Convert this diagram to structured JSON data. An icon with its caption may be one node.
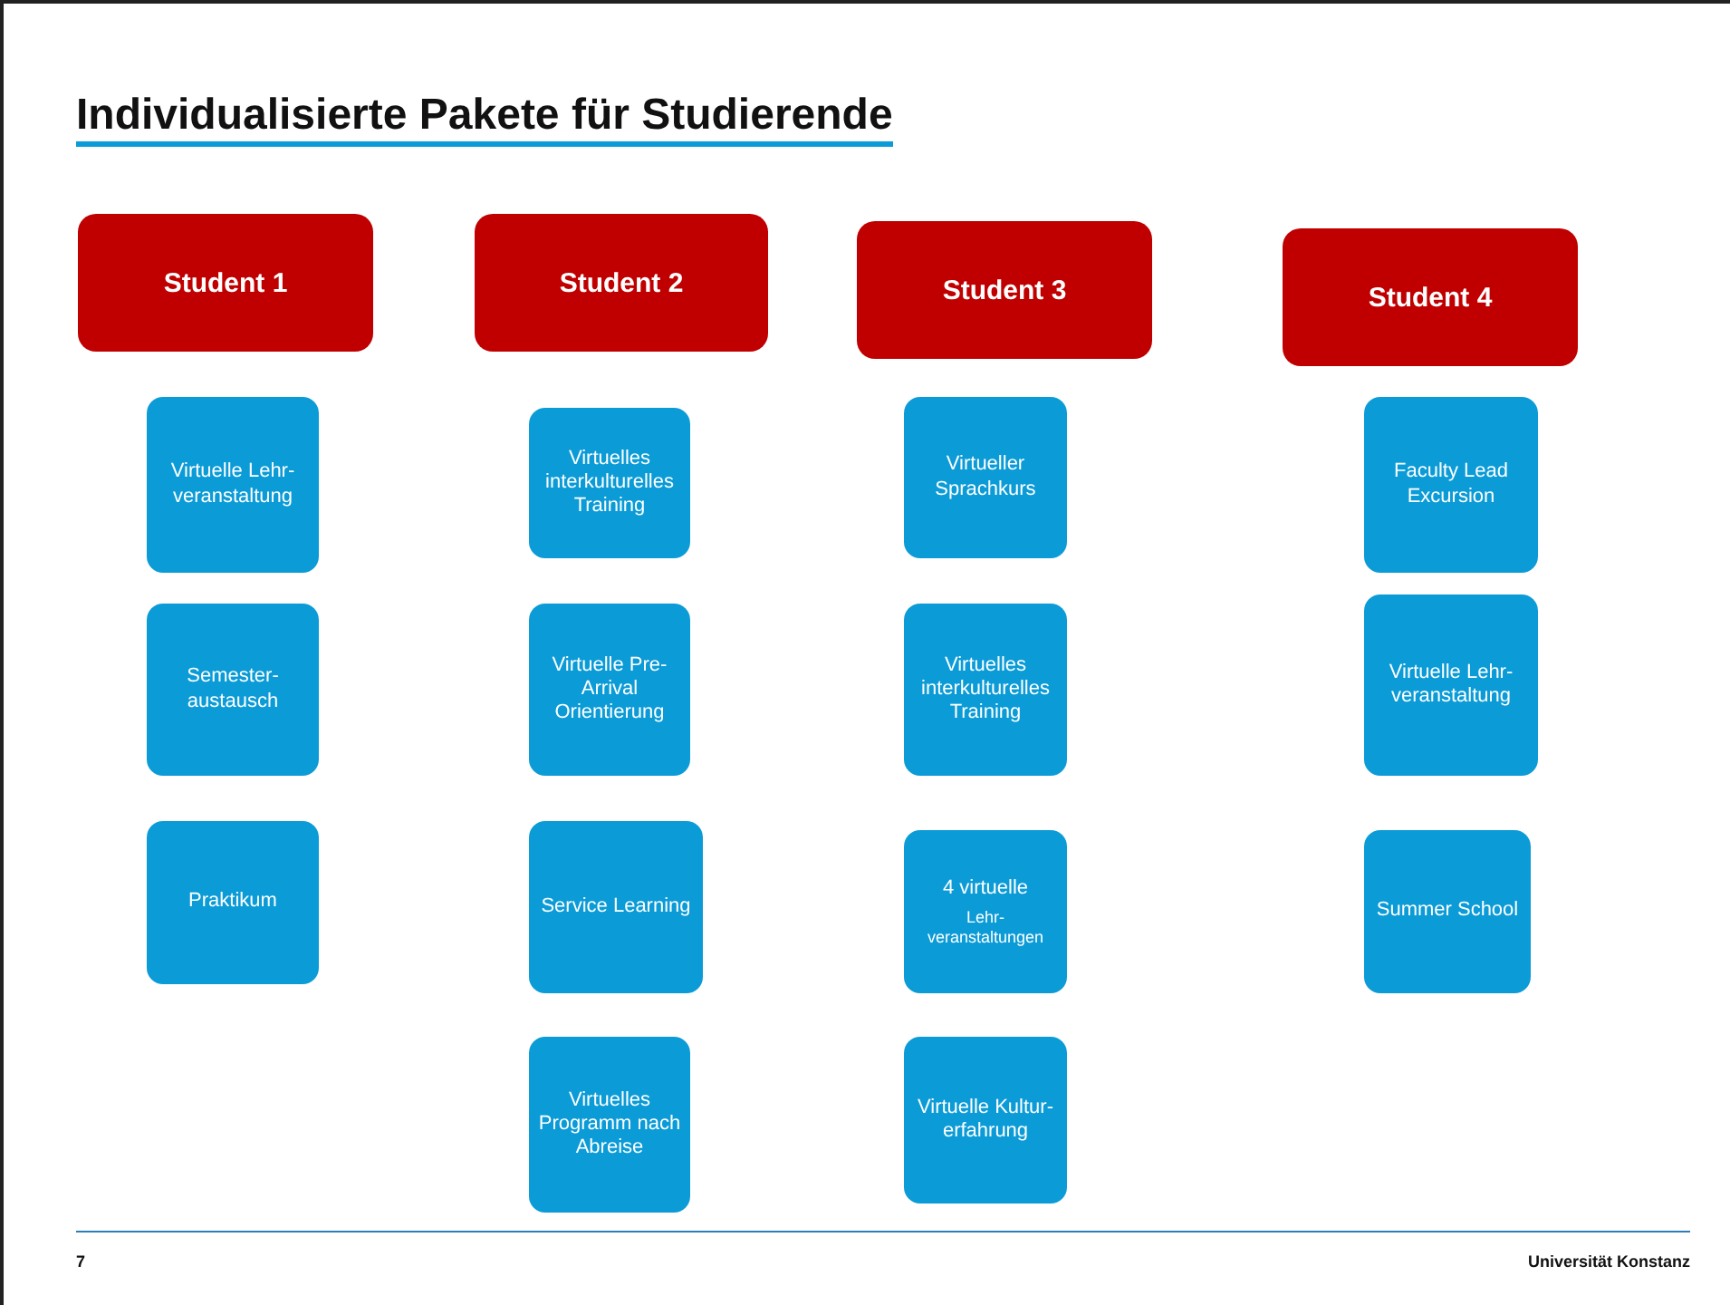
{
  "diagram": {
    "title": "Individualisierte Pakete für Studierende",
    "nodes": [
      {
        "text": [
          "Student 1"
        ]
      },
      {
        "text": [
          "Virtuelle Lehr-veranstaltung"
        ]
      },
      {
        "text": [
          "Semester-austausch"
        ]
      },
      {
        "text": [
          "Praktikum"
        ]
      },
      {
        "text": [
          "Student 2"
        ]
      },
      {
        "text": [
          "Virtuelles interkulturelles Training"
        ]
      },
      {
        "text": [
          "Virtuelle Pre-Arrival Orientierung"
        ]
      },
      {
        "text": [
          "Service Learning"
        ]
      },
      {
        "text": [
          "Virtuelles Programm nach Abreise"
        ]
      },
      {
        "text": [
          "Student 3"
        ]
      },
      {
        "text": [
          "Virtueller Sprachkurs"
        ]
      },
      {
        "text": [
          "Virtuelles interkulturelles Training"
        ]
      },
      {
        "text": [
          "4 virtuelle",
          "Lehr-veranstaltungen"
        ]
      },
      {
        "text": [
          "Virtuelle Kultur-erfahrung"
        ]
      },
      {
        "text": [
          "Student 4"
        ]
      },
      {
        "text": [
          "Faculty Lead Excursion"
        ]
      },
      {
        "text": [
          "Virtuelle Lehr-veranstaltung"
        ]
      },
      {
        "text": [
          "Summer School"
        ]
      }
    ],
    "labels": [
      "7",
      "Universität Konstanz"
    ]
  }
}
